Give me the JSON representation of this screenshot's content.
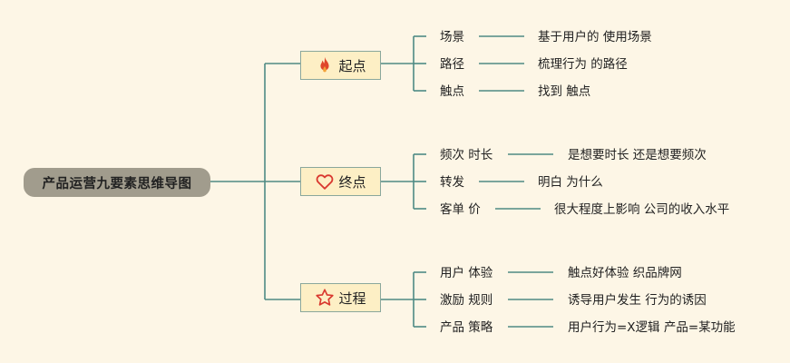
{
  "root": {
    "label": "产品运营九要素思维导图"
  },
  "branches": [
    {
      "label": "起点",
      "icon": "fire-icon",
      "items": [
        {
          "topic": "场景",
          "detail": "基于用户的 使用场景"
        },
        {
          "topic": "路径",
          "detail": "梳理行为 的路径"
        },
        {
          "topic": "触点",
          "detail": "找到 触点"
        }
      ]
    },
    {
      "label": "终点",
      "icon": "heart-icon",
      "items": [
        {
          "topic": "频次 时长",
          "detail": "是想要时长 还是想要频次"
        },
        {
          "topic": "转发",
          "detail": "明白 为什么"
        },
        {
          "topic": "客单 价",
          "detail": "很大程度上影响 公司的收入水平"
        }
      ]
    },
    {
      "label": "过程",
      "icon": "star-icon",
      "items": [
        {
          "topic": "用户 体验",
          "detail": "触点好体验 织品牌网"
        },
        {
          "topic": "激励 规则",
          "detail": "诱导用户发生 行为的诱因"
        },
        {
          "topic": "产品 策略",
          "detail": "用户行为=X逻辑 产品=某功能"
        }
      ]
    }
  ],
  "colors": {
    "background": "#fdf6e6",
    "root_fill": "#a19c8d",
    "branch_fill": "#fdefc5",
    "line": "#4e8a84",
    "fire": "#e0462b",
    "heart": "#d9392f",
    "star": "#d9392f"
  }
}
